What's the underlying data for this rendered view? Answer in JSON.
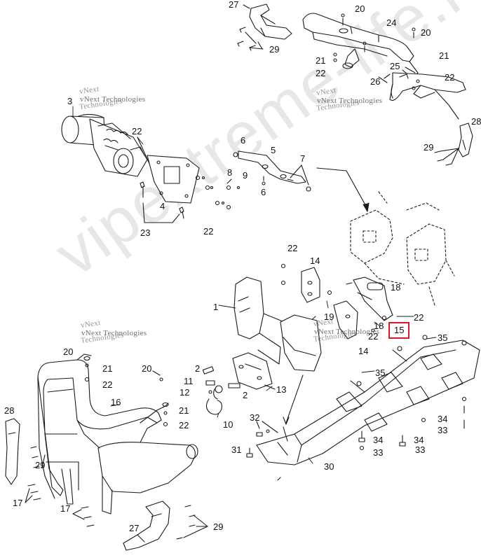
{
  "watermark": {
    "site_text": "vipextreme-life.ru",
    "brand_line1": "vNext",
    "brand_line2": "Technologies",
    "brand_inline": "vNext Technologies"
  },
  "colors": {
    "line": "#1a1a1a",
    "highlight_box": "#d21c2c"
  },
  "callouts": {
    "c27a": "27",
    "c29a": "29",
    "c20a": "20",
    "c24": "24",
    "c20b": "20",
    "c21a": "21",
    "c22a": "22",
    "c25": "25",
    "c21b": "21",
    "c22b": "22",
    "c26": "26",
    "c28a": "28",
    "c29b": "29",
    "c3": "3",
    "c22c": "22",
    "c6a": "6",
    "c5": "5",
    "c7": "7",
    "c8": "8",
    "c9": "9",
    "c6b": "6",
    "c4": "4",
    "c23": "23",
    "c22d": "22",
    "c22e": "22",
    "c14a": "14",
    "c18a": "18",
    "c1": "1",
    "c19": "19",
    "c22f": "22",
    "c18b": "18",
    "c22g": "22",
    "c15": "15",
    "c14b": "14",
    "c35a": "35",
    "c35b": "35",
    "c20c": "20",
    "c21c": "21",
    "c22h": "22",
    "c20d": "20",
    "c2a": "2",
    "c11": "11",
    "c12": "12",
    "c2b": "2",
    "c13": "13",
    "c16": "16",
    "c21d": "21",
    "c22i": "22",
    "c10": "10",
    "c28b": "28",
    "c29c": "29",
    "c17a": "17",
    "c17b": "17",
    "c27b": "27",
    "c29d": "29",
    "c32": "32",
    "c31": "31",
    "c30": "30",
    "c34a": "34",
    "c33a": "33",
    "c34b": "34",
    "c33b": "33",
    "c34c": "34",
    "c33c": "33"
  }
}
